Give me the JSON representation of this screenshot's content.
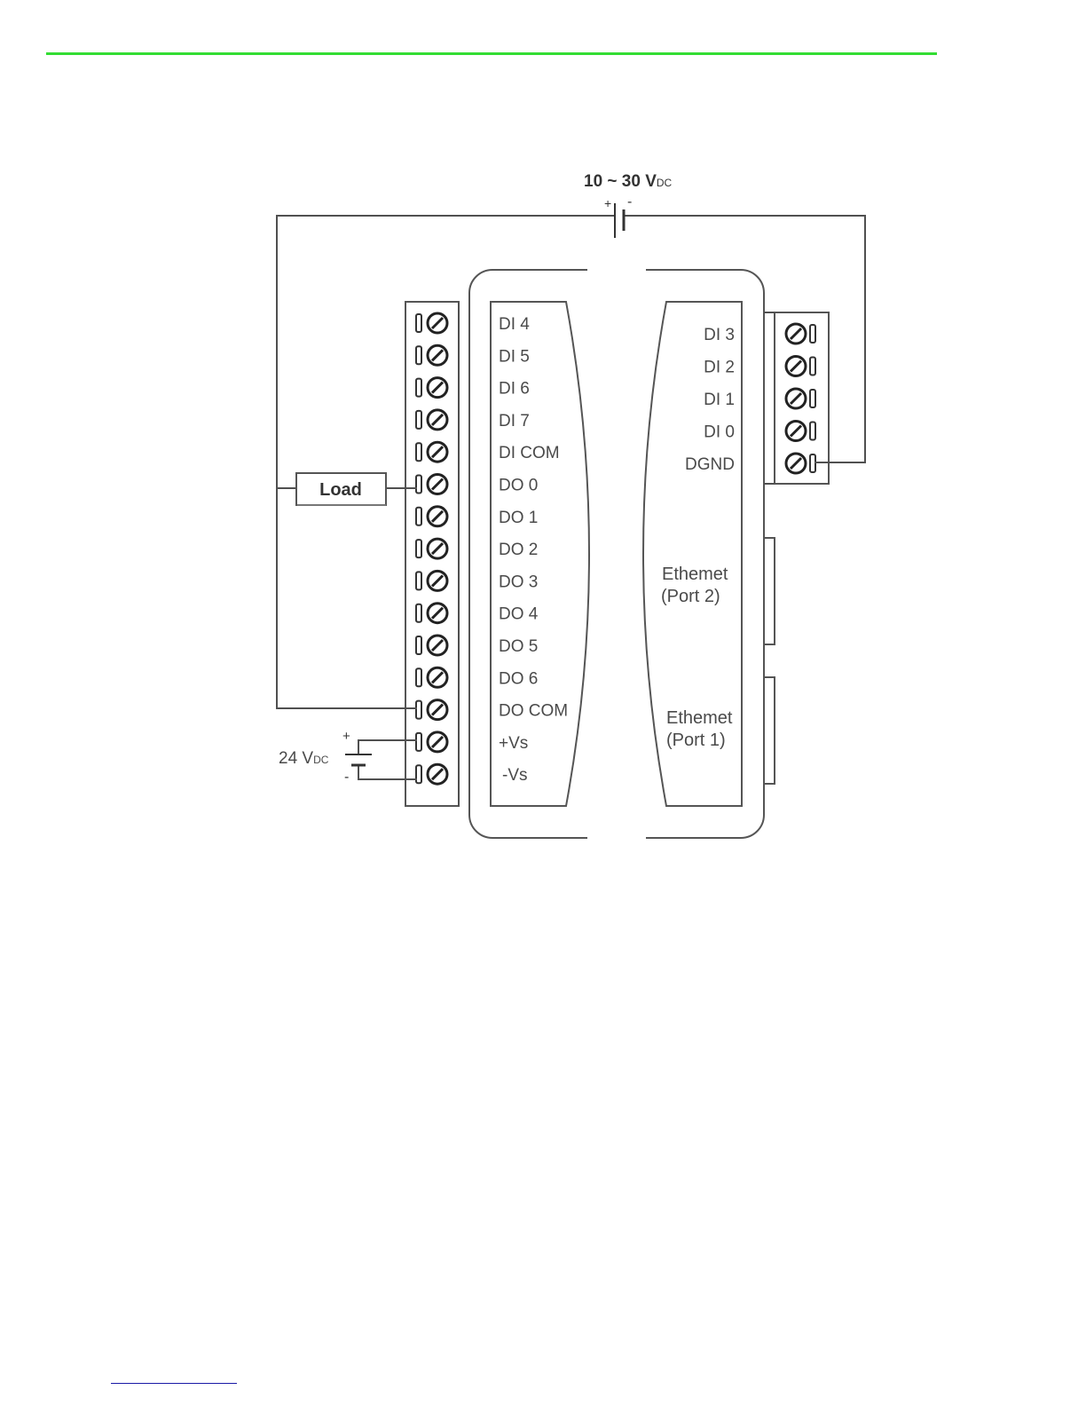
{
  "supply_label": {
    "main": "10 ~ 30 V",
    "sub": "DC",
    "plus": "+",
    "minus": "-"
  },
  "vs_supply_label": {
    "main": "24 V",
    "sub": "DC",
    "plus": "+",
    "minus": "-"
  },
  "load_label": "Load",
  "left_terminals": [
    "DI 4",
    "DI 5",
    "DI 6",
    "DI 7",
    "DI COM",
    "DO 0",
    "DO 1",
    "DO 2",
    "DO 3",
    "DO 4",
    "DO 5",
    "DO 6",
    "DO COM",
    "+Vs",
    "-Vs"
  ],
  "right_terminals": [
    "DI 3",
    "DI 2",
    "DI 1",
    "DI 0",
    "DGND"
  ],
  "ports": [
    {
      "line1": "Ethemet",
      "line2": "(Port 2)"
    },
    {
      "line1": "Ethemet",
      "line2": "(Port 1)"
    }
  ],
  "colors": {
    "header_rule": "#33dd33",
    "footer_rule": "#1a1aa6",
    "lines": "#505050"
  }
}
